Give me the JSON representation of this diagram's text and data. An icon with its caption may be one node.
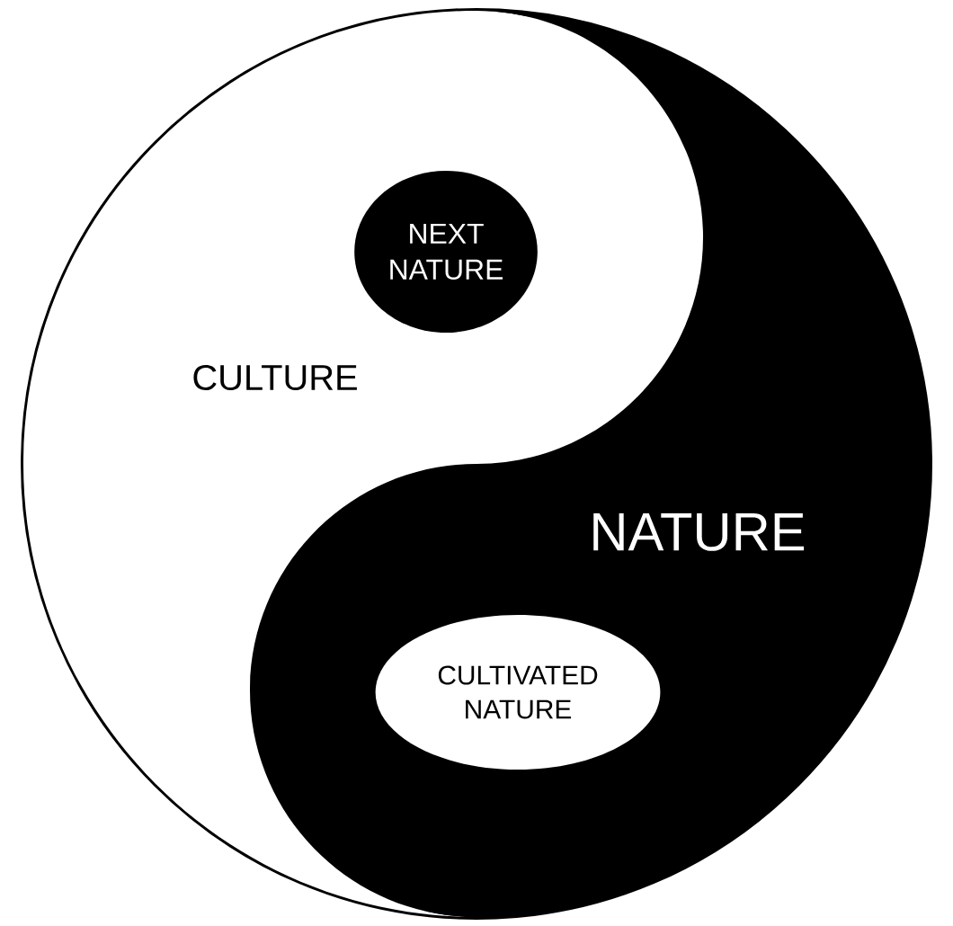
{
  "diagram": {
    "nodes": [
      {
        "text": [
          "CULTURE"
        ]
      },
      {
        "text": [
          "NATURE"
        ]
      },
      {
        "text": [
          "NEXT NATURE"
        ],
        "in": 0
      },
      {
        "text": [
          "CULTIVATED NATURE"
        ],
        "in": 1
      }
    ]
  }
}
